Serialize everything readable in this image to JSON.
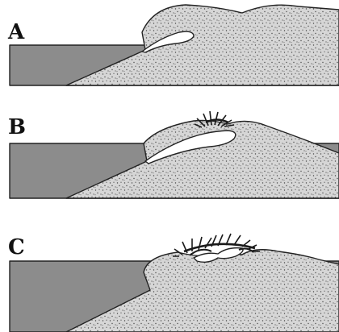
{
  "panels": [
    {
      "label": "A",
      "stage": "cavity"
    },
    {
      "label": "B",
      "stage": "cavity-with-vegetation"
    },
    {
      "label": "C",
      "stage": "collapsed-roof-with-vegetation"
    }
  ],
  "colors": {
    "water": "#8c8c8c",
    "sand": "#d6d6d6",
    "sand_speckle": "#4a4a4a",
    "cavity": "#ffffff",
    "vegetation": "#1a1a1a",
    "outline": "#222222"
  }
}
